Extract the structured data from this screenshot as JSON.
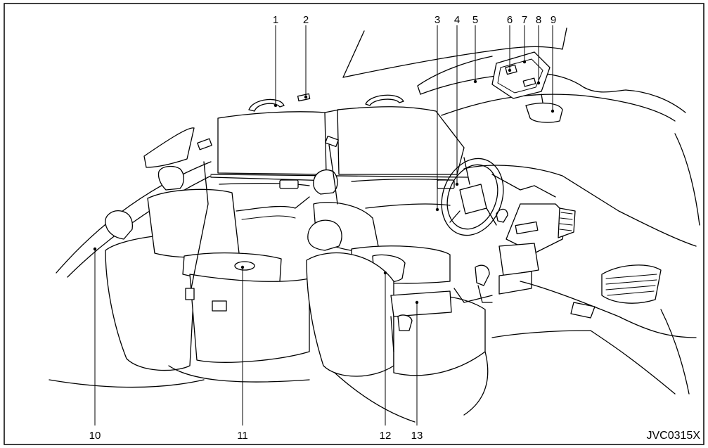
{
  "figure": {
    "code": "JVC0315X",
    "callouts": [
      "1",
      "2",
      "3",
      "4",
      "5",
      "6",
      "7",
      "8",
      "9",
      "10",
      "11",
      "12",
      "13"
    ]
  }
}
